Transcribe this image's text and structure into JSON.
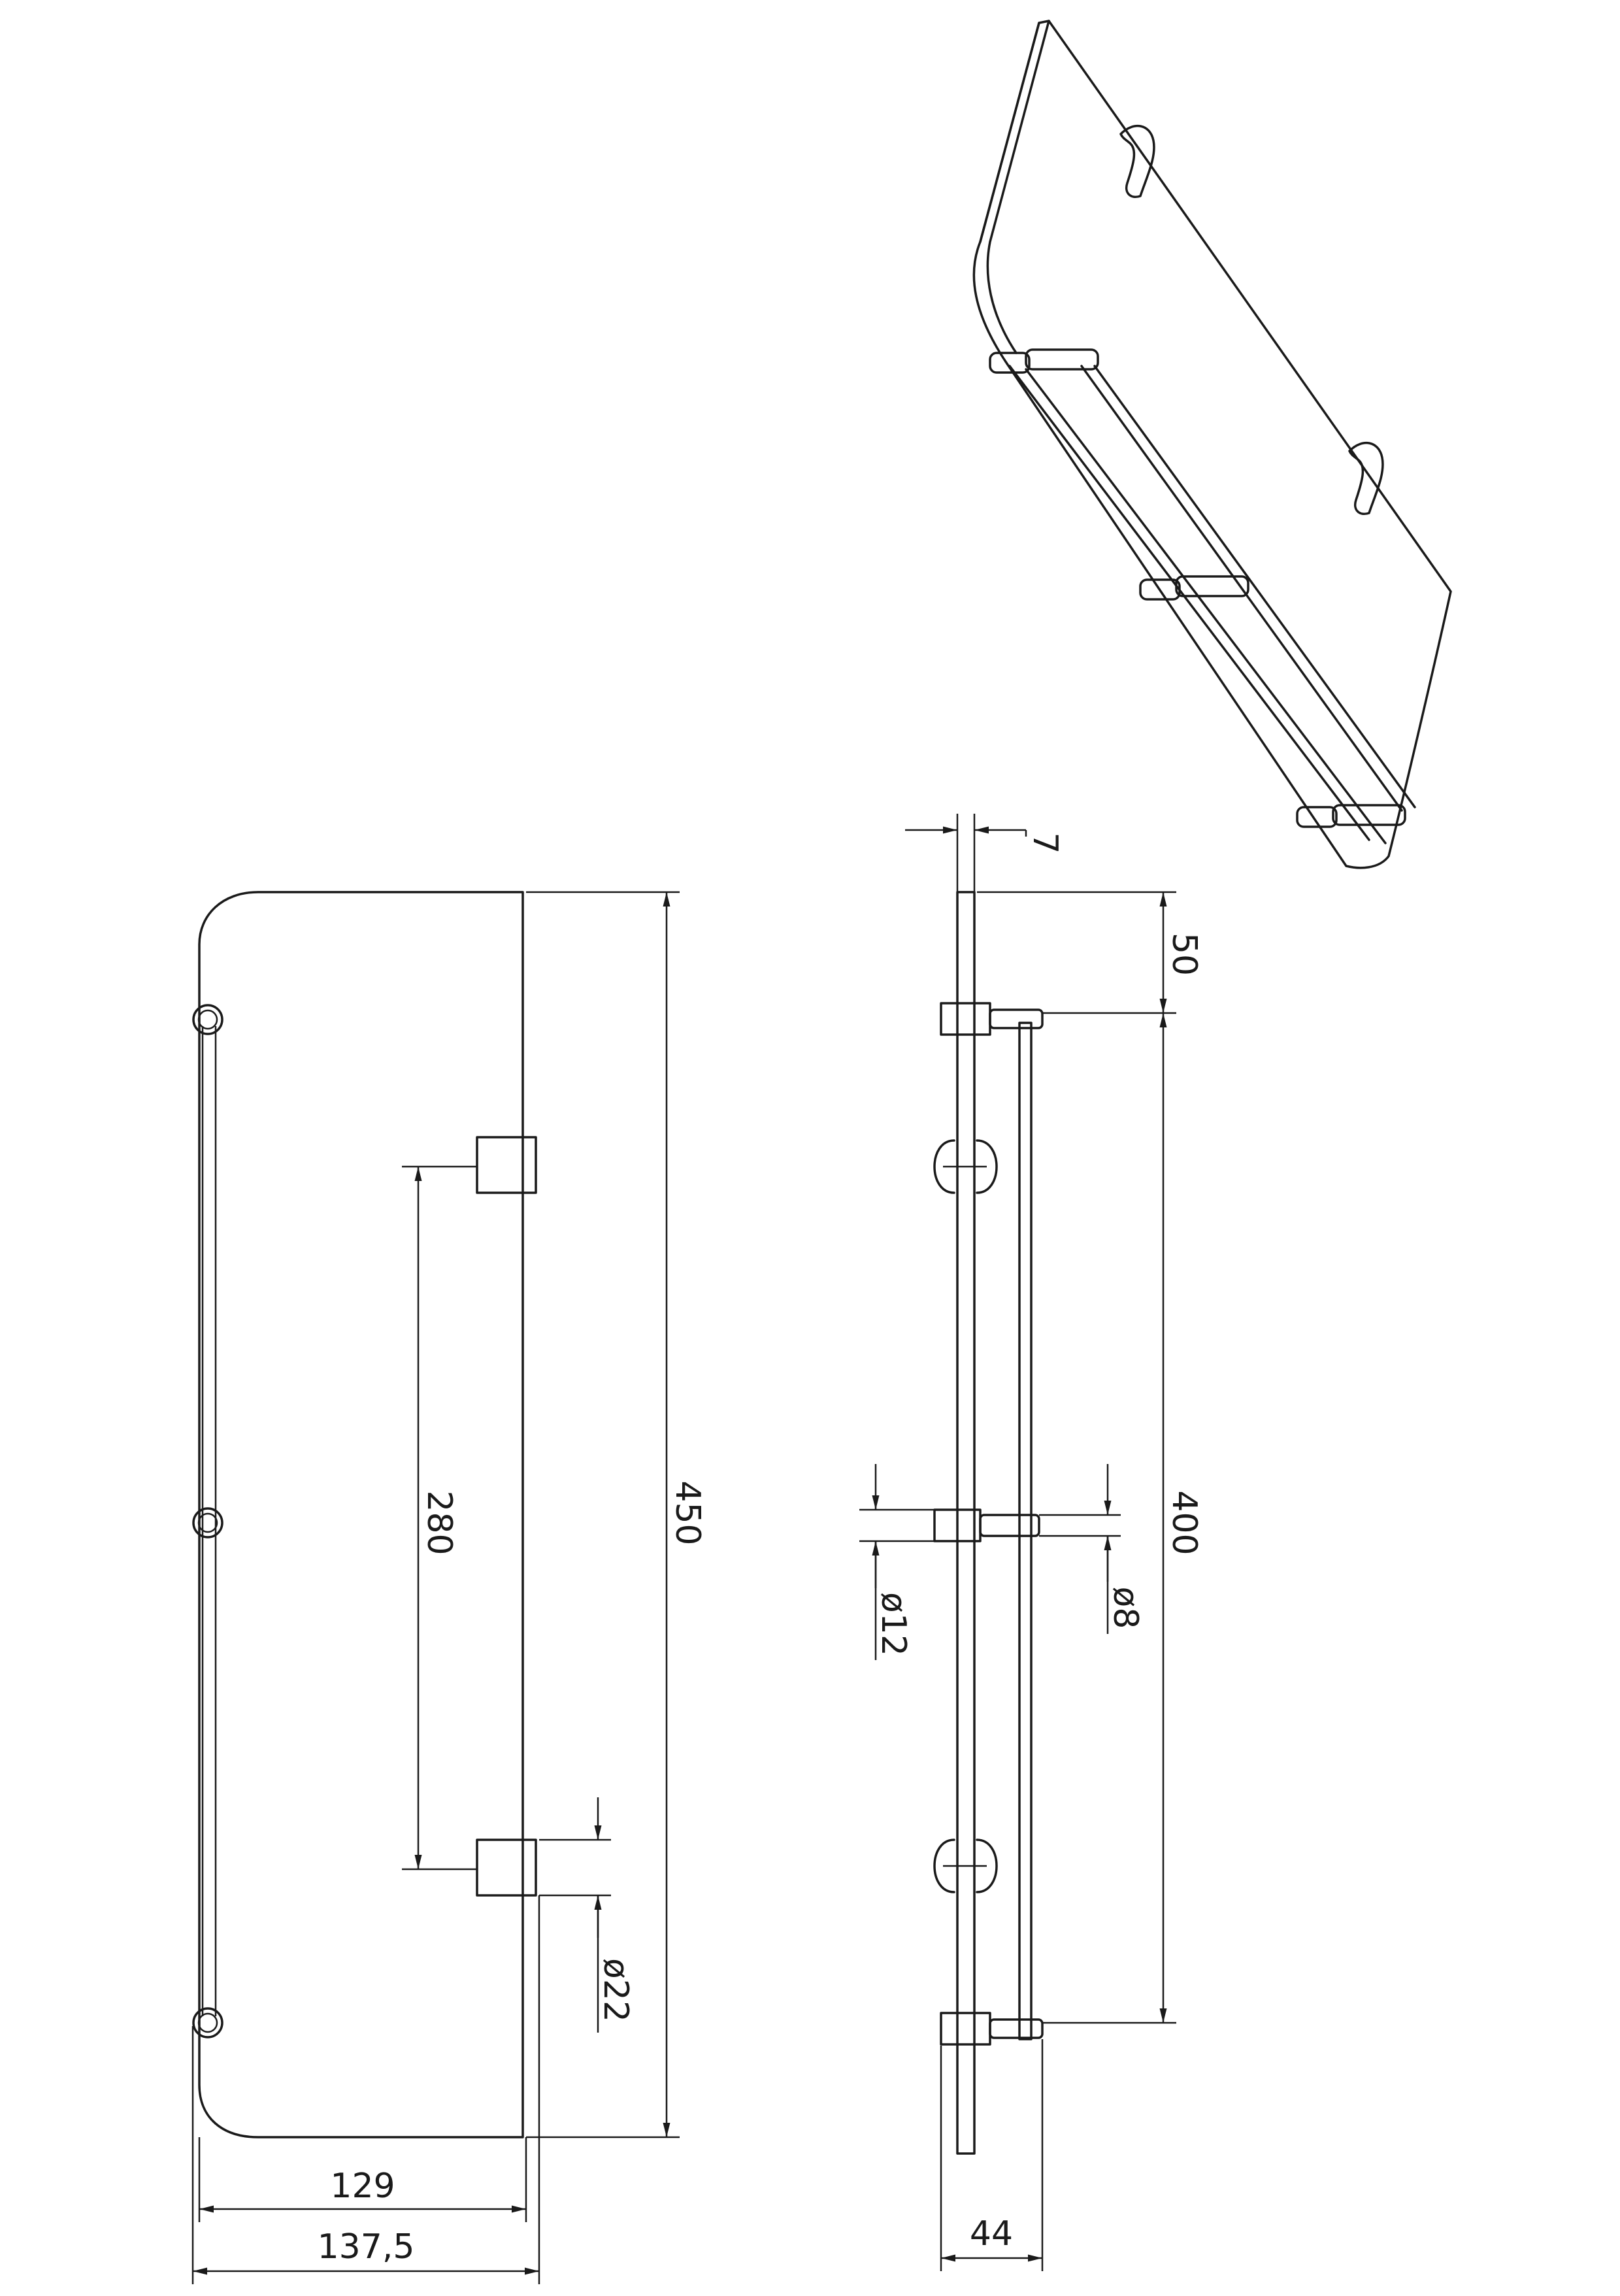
{
  "drawing": {
    "dimensions": {
      "overall_length": "450",
      "mount_spacing": "280",
      "mount_diameter": "ø22",
      "depth_glass": "129",
      "depth_total": "137,5",
      "glass_thickness": "7",
      "rail_offset": "50",
      "rail_bracket_spacing": "400",
      "rail_offset_side": "44",
      "bracket_diameter": "ø12",
      "rail_diameter": "ø8"
    }
  }
}
